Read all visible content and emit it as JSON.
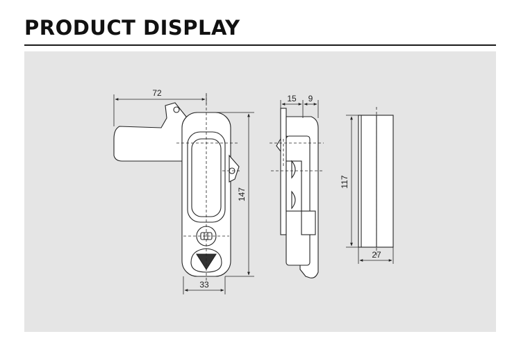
{
  "header": {
    "title": "PRODUCT DISPLAY"
  },
  "drawing": {
    "front_width_top": "72",
    "front_height": "147",
    "front_width_bottom": "33",
    "side_depth_a": "15",
    "side_depth_b": "9",
    "back_height": "117",
    "back_width": "27"
  },
  "colors": {
    "panel": "#e5e5e5",
    "line": "#222222",
    "fill": "#ffffff"
  }
}
